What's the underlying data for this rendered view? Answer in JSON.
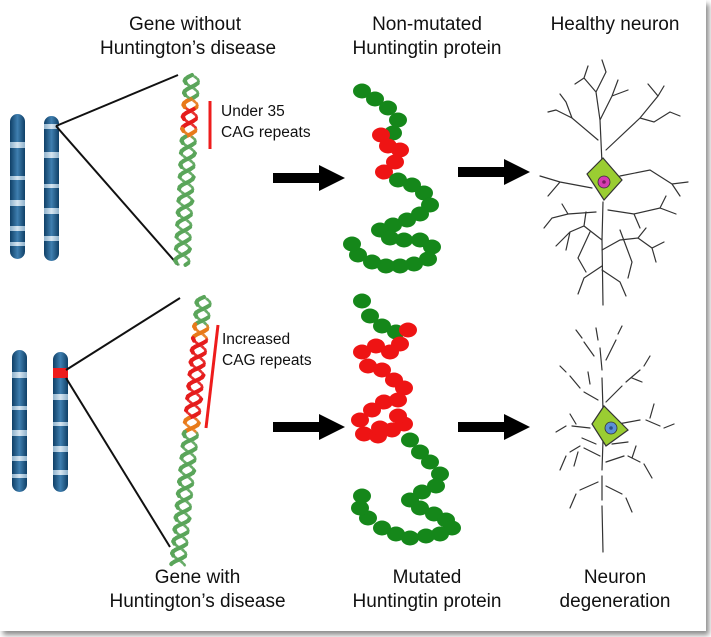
{
  "top": {
    "gene_title_line1": "Gene without",
    "gene_title_line2": "Huntington’s disease",
    "protein_title_line1": "Non-mutated",
    "protein_title_line2": "Huntingtin protein",
    "neuron_title": "Healthy neuron",
    "repeat_note_line1": "Under 35",
    "repeat_note_line2": "CAG repeats"
  },
  "bottom": {
    "gene_title_line1": "Gene with",
    "gene_title_line2": "Huntington’s disease",
    "protein_title_line1": "Mutated",
    "protein_title_line2": "Huntingtin protein",
    "neuron_title_line1": "Neuron",
    "neuron_title_line2": "degeneration",
    "repeat_note_line1": "Increased",
    "repeat_note_line2": "CAG repeats"
  },
  "colors": {
    "chromosome_dark": "#1f5f8f",
    "chromosome_light": "#a9c6dc",
    "mutation_band": "#ee1c1c",
    "dna_green": "#5aa55a",
    "dna_orange": "#e87a1a",
    "dna_red": "#e51c1c",
    "protein_green": "#15871a",
    "protein_red": "#ee1414",
    "neuron_body": "#9acd32",
    "nucleus_healthy": "#d43cb0",
    "nucleus_degenerating": "#5b8fd6"
  }
}
